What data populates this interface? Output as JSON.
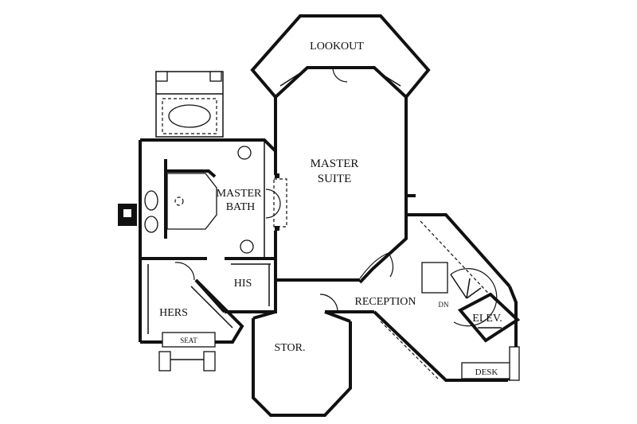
{
  "plan": {
    "rooms": {
      "lookout": "LOOKOUT",
      "master_suite_line1": "MASTER",
      "master_suite_line2": "SUITE",
      "master_bath_line1": "MASTER",
      "master_bath_line2": "BATH",
      "his": "HIS",
      "hers": "HERS",
      "seat": "SEAT",
      "stor": "STOR.",
      "reception": "RECEPTION",
      "elev": "ELEV.",
      "desk": "DESK",
      "dn": "DN"
    }
  }
}
